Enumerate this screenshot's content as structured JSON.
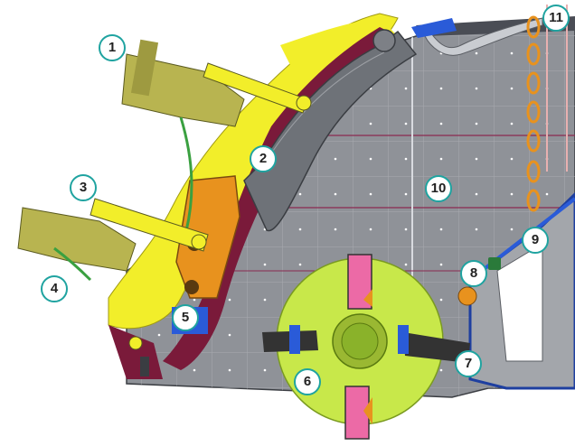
{
  "callouts": [
    {
      "id": "1",
      "label": "1"
    },
    {
      "id": "2",
      "label": "2"
    },
    {
      "id": "3",
      "label": "3"
    },
    {
      "id": "4",
      "label": "4"
    },
    {
      "id": "5",
      "label": "5"
    },
    {
      "id": "6",
      "label": "6"
    },
    {
      "id": "7",
      "label": "7"
    },
    {
      "id": "8",
      "label": "8"
    },
    {
      "id": "9",
      "label": "9"
    },
    {
      "id": "10",
      "label": "10"
    },
    {
      "id": "11",
      "label": "11"
    }
  ],
  "colors": {
    "housing": "#8f9298",
    "grid": "#ffffff",
    "frame_yellow": "#f2ee2a",
    "curtain_gray": "#6e7278",
    "maroon": "#7a1a3a",
    "orange": "#e8921e",
    "rotor_green": "#c8e84a",
    "blow_bar": "#333333",
    "callout_ring": "#1fa3a0",
    "chain": "#e8921e",
    "blue": "#2a5bd8",
    "pink": "#f07ab0"
  }
}
